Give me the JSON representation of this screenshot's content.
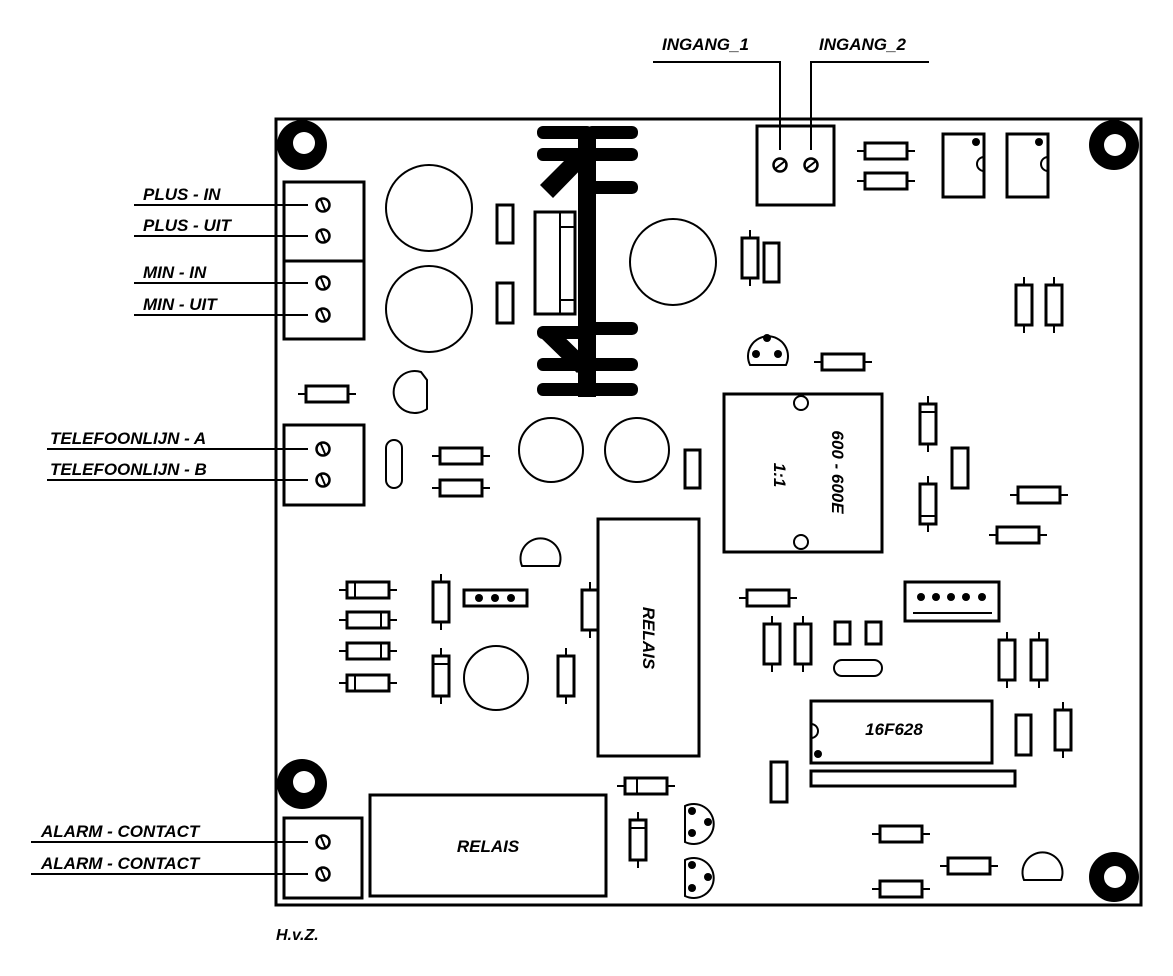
{
  "diagram": {
    "type": "pcb-component-layout",
    "colors": {
      "ink": "#000000",
      "background": "#ffffff"
    },
    "connectors": {
      "power": {
        "labels": [
          "PLUS - IN",
          "PLUS - UIT",
          "MIN - IN",
          "MIN - UIT"
        ]
      },
      "phone": {
        "labels": [
          "TELEFOONLIJN - A",
          "TELEFOONLIJN - B"
        ]
      },
      "alarm": {
        "labels": [
          "ALARM - CONTACT",
          "ALARM - CONTACT"
        ]
      },
      "inputs": {
        "labels": [
          "INGANG_1",
          "INGANG_2"
        ]
      }
    },
    "components": {
      "transformer": {
        "ratio": "1:1",
        "impedance": "600 - 600E"
      },
      "relay_vertical": {
        "label": "RELAIS"
      },
      "relay_horizontal": {
        "label": "RELAIS"
      },
      "microcontroller": {
        "label": "16F628"
      }
    },
    "author": "H.v.Z."
  }
}
